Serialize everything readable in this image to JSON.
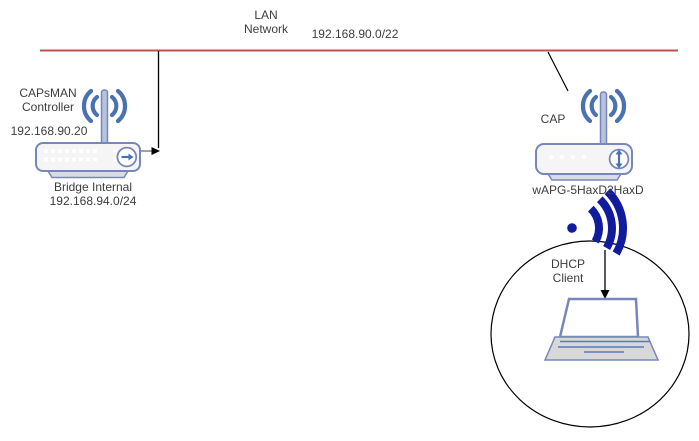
{
  "lan": {
    "name_line1": "LAN",
    "name_line2": "Network",
    "subnet": "192.168.90.0/22"
  },
  "capsman_controller": {
    "role_line1": "CAPsMAN",
    "role_line2": "Controller",
    "ip": "192.168.90.20",
    "bridge_name": "Bridge Internal",
    "bridge_subnet": "192.168.94.0/24"
  },
  "cap": {
    "role": "CAP",
    "device_name": "wAPG-5HaxD2HaxD"
  },
  "dhcp_client": {
    "label_line1": "DHCP",
    "label_line2": "Client"
  },
  "icons": {
    "capsman_device": "wireless-router-icon",
    "cap_device": "wireless-router-icon",
    "wireless_link": "wifi-signal-icon",
    "client_device": "laptop-icon"
  },
  "colors": {
    "lan_line": "#b85450",
    "connector": "#000000",
    "device_stroke": "#7788b8",
    "device_fill": "#f5f5f5",
    "accent_blue": "#4a72b0",
    "wifi_signal": "#111b9e",
    "text": "#3d3d3d"
  }
}
